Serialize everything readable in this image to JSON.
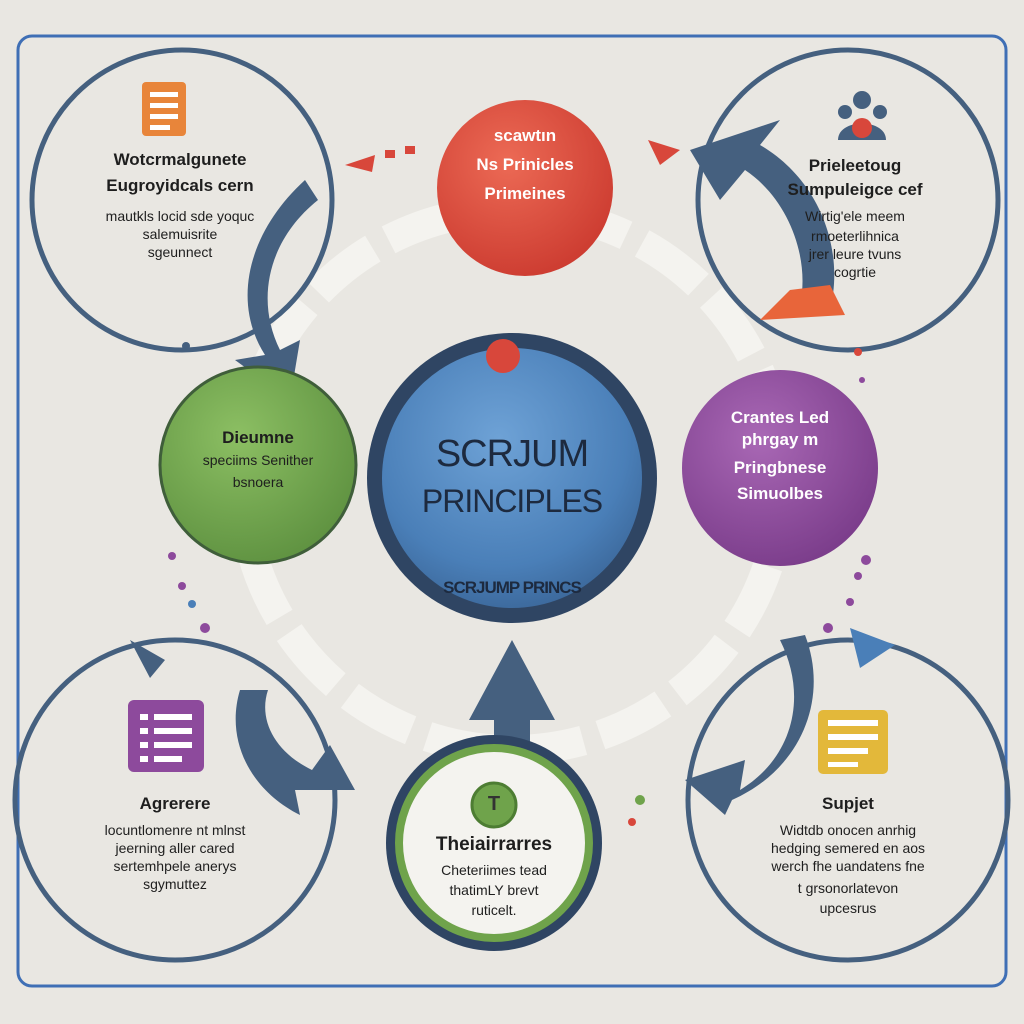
{
  "colors": {
    "background": "#e9e7e2",
    "frame": "#3f6fb5",
    "navy": "#45607f",
    "red": "#d8473b",
    "green": "#6fa34b",
    "purple": "#8d4a9c",
    "blue": "#4a7fb8",
    "yellow": "#e3b83a",
    "orange": "#e8853a"
  },
  "icons": [
    "checklist-icon",
    "team-icon",
    "list-icon",
    "notes-icon",
    "t-badge-icon",
    "arrow-icon"
  ],
  "center": {
    "title": "SCRJUM",
    "subtitle": "PRINCIPLES",
    "footer": "SCRJUMP PRINCS"
  },
  "top_left": {
    "title_line1": "Wotcrmalgunete",
    "title_line2": "Eugroyidcals cern",
    "body_line1": "mautkls locid sde yoquc",
    "body_line2": "salemuisrite",
    "body_line3": "sgeunnect"
  },
  "top_center": {
    "line1": "scawtın",
    "line2": "Ns Prinicles",
    "line3": "Primeines"
  },
  "top_right": {
    "title_line1": "Prieleetoug",
    "title_line2": "Sumpuleigce cef",
    "body_line1": "Wirtig'ele meem",
    "body_line2": "rmoeterlihnica",
    "body_line3": "jrer leure tvuns",
    "body_line4": "cogrtie"
  },
  "mid_left": {
    "line1": "Dieumne",
    "line2": "speciims Senither",
    "line3": "bsnoera"
  },
  "mid_right": {
    "line1": "Crantes Led",
    "line2": "phrgay m",
    "line3": "Pringbnese",
    "line4": "Simuolbes"
  },
  "bottom_left": {
    "title": "Agrerere",
    "body_line1": "locuntlomenre nt mlnst",
    "body_line2": "jeerning aller cared",
    "body_line3": "sertemhpele anerys",
    "body_line4": "sgymuttez"
  },
  "bottom_center": {
    "badge": "T",
    "title": "Theiairrarres",
    "body_line1": "Cheteriimes tead",
    "body_line2": "thatimLY brevt",
    "body_line3": "ruticelt."
  },
  "bottom_right": {
    "title": "Supjet",
    "body_line1": "Widtdb onocen anrhig",
    "body_line2": "hedging semered en aos",
    "body_line3": "werch fhe uandatens fne",
    "body_line4": "t grsonorlatevon",
    "body_line5": "upcesrus"
  }
}
